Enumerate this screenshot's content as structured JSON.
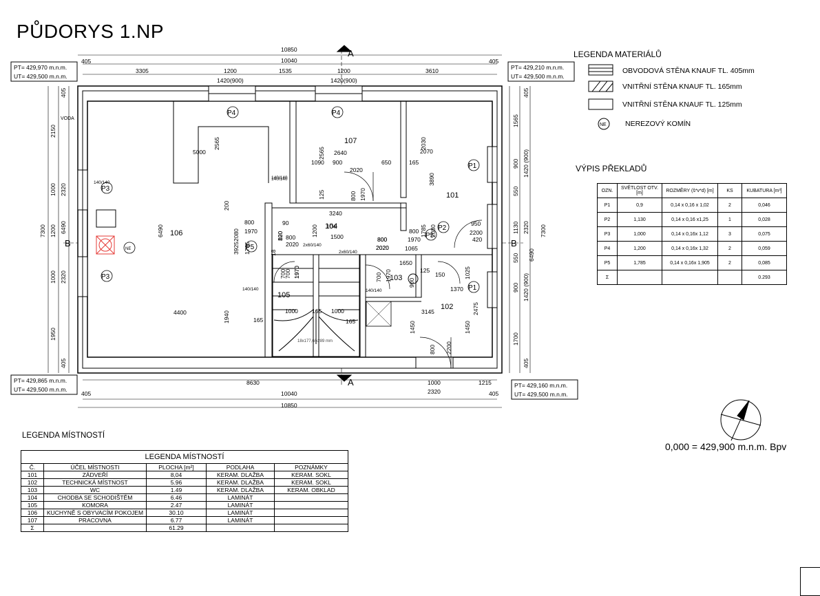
{
  "title": "PŮDORYS 1.NP",
  "datum": "0,000 = 429,900 m.n.m. Bpv",
  "legend_materials": {
    "title": "LEGENDA MATERIÁLŮ",
    "items": [
      {
        "label": "OBVODOVÁ STĚNA KNAUF TL. 405mm",
        "pattern": "double-line"
      },
      {
        "label": "VNITŘNÍ STĚNA KNAUF TL. 165mm",
        "pattern": "hatch"
      },
      {
        "label": "VNITŘNÍ STĚNA KNAUF TL. 125mm",
        "pattern": "empty"
      },
      {
        "label": "NEREZOVÝ KOMÍN",
        "pattern": "circle",
        "symbol": "NE"
      }
    ]
  },
  "lintels": {
    "title": "VÝPIS PŘEKLADŮ",
    "headers": [
      "OZN.",
      "SVĚTLOST OTV. [m]",
      "ROZMĚRY (š*v*d) [m]",
      "KS",
      "KUBATURA [m³]"
    ],
    "rows": [
      [
        "P1",
        "0,9",
        "0,14 x 0,16 x 1,02",
        "2",
        "0,046"
      ],
      [
        "P2",
        "1,130",
        "0,14 x 0,16 x1,25",
        "1",
        "0,028"
      ],
      [
        "P3",
        "1,000",
        "0,14 x 0,16x 1,12",
        "3",
        "0,075"
      ],
      [
        "P4",
        "1,200",
        "0,14 x 0,16x 1,32",
        "2",
        "0,059"
      ],
      [
        "P5",
        "1,785",
        "0,14 x 0,16x 1,905",
        "2",
        "0,085"
      ],
      [
        "Σ",
        "",
        "",
        "",
        "0.293"
      ]
    ]
  },
  "rooms_legend": {
    "title": "LEGENDA MÍSTNOSTÍ",
    "caption": "LEGENDA MÍSTNOSTÍ",
    "headers": [
      "Č.",
      "ÚČEL MÍSTNOSTI",
      "PLOCHA [m²]",
      "PODLAHA",
      "POZNÁMKY"
    ],
    "rows": [
      [
        "101",
        "ZÁDVEŘÍ",
        "8,04",
        "KERAM. DLAŽBA",
        "KERAM. SOKL"
      ],
      [
        "102",
        "TECHNICKÁ MÍSTNOST",
        "5.96",
        "KERAM. DLAŽBA",
        "KERAM. SOKL"
      ],
      [
        "103",
        "WC",
        "1.49",
        "KERAM. DLAŽBA",
        "KERAM. OBKLAD"
      ],
      [
        "104",
        "CHODBA SE SCHODIŠTĚM",
        "6.46",
        "LAMINÁT",
        ""
      ],
      [
        "105",
        "KOMORA",
        "2.47",
        "LAMINÁT",
        ""
      ],
      [
        "106",
        "KUCHYNĚ S OBYVACÍM POKOJEM",
        "30.10",
        "LAMINÁT",
        ""
      ],
      [
        "107",
        "PRACOVNA",
        "6.77",
        "LAMINÁT",
        ""
      ],
      [
        "Σ",
        "",
        "61.29",
        "",
        ""
      ]
    ]
  },
  "plan": {
    "room_numbers": [
      "101",
      "102",
      "103",
      "104",
      "105",
      "106",
      "107"
    ],
    "levels": {
      "top_left": [
        "PT= 429,970 m.n.m.",
        "UT= 429,500 m.n.m."
      ],
      "top_right": [
        "PT= 429,210 m.n.m.",
        "UT= 429,500 m.n.m."
      ],
      "bottom_left": [
        "PT= 429,865 m.n.m.",
        "UT= 429,500 m.n.m."
      ],
      "bottom_right": [
        "PT= 429,160 m.n.m.",
        "UT= 429,500 m.n.m."
      ]
    },
    "section_a": "A",
    "section_b": "B",
    "voda": "VODA",
    "chimney": "NE",
    "stair_note": "18x177,6/x289 mm",
    "dims_top": [
      "10850",
      "405",
      "10040",
      "405",
      "3305",
      "1200",
      "1420(900)",
      "1535",
      "1200",
      "1420(900)",
      "3610"
    ],
    "dims_bottom": [
      "8630",
      "1000",
      "2320",
      "1215",
      "405",
      "10040",
      "405",
      "10850"
    ],
    "dims_left": [
      "405",
      "2150",
      "1000",
      "2320",
      "1200",
      "7300",
      "6490",
      "1000",
      "2320",
      "1950",
      "405"
    ],
    "dims_right": [
      "405",
      "1565",
      "900",
      "1420 (900)",
      "550",
      "1130",
      "2320",
      "7300",
      "6490",
      "550",
      "900",
      "1420 (900)",
      "1700",
      "405"
    ],
    "lintel_tags": [
      "P1",
      "P1",
      "P2",
      "P3",
      "P3",
      "P4",
      "P4",
      "P5",
      "P5"
    ],
    "inner": [
      "5000",
      "2565",
      "6490",
      "4400",
      "200",
      "3925",
      "1785",
      "2080",
      "1940",
      "165",
      "800",
      "1970",
      "90",
      "800",
      "2020",
      "1200",
      "3240",
      "1500",
      "104",
      "2640",
      "2565",
      "900",
      "2020",
      "650",
      "165",
      "1090",
      "140/140",
      "125",
      "800",
      "1970",
      "2030",
      "2070",
      "3890",
      "1785",
      "2080",
      "950",
      "2200",
      "420",
      "800",
      "1970",
      "800",
      "2020",
      "1065",
      "1650",
      "700",
      "1970",
      "150",
      "1025",
      "1370",
      "125",
      "900",
      "140/140",
      "2x60/140",
      "2x60/140",
      "800",
      "2020",
      "3145",
      "1450",
      "1450",
      "2475",
      "800",
      "2200",
      "1000",
      "165",
      "1000",
      "165",
      "700",
      "1970",
      "140/140",
      "140/140",
      "140/140",
      "18",
      "700",
      "1970",
      "100",
      "820"
    ]
  },
  "colors": {
    "chimney": "#e53935",
    "line": "#000000"
  }
}
